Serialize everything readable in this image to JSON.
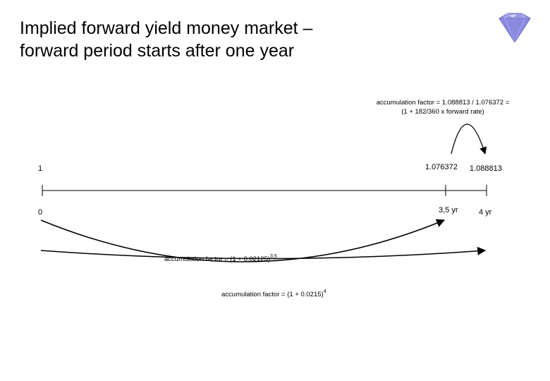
{
  "title": {
    "line1": "Implied forward yield money market –",
    "line2": "forward period starts after one year"
  },
  "top_formula": {
    "line1": "accumulation factor = 1.088813 / 1.076372 =",
    "line2": "(1 + 182/360 x forward rate)"
  },
  "axis": {
    "value_start": "1",
    "value_mid": "1.076372",
    "value_end": "1.088813",
    "time_start": "0",
    "time_mid": "3,5 yr",
    "time_end": "4 yr"
  },
  "formula_a": {
    "prefix": "accumulation factor =  (1 + 0.02125)",
    "exponent": "3,5"
  },
  "formula_b": {
    "prefix": "accumulation factor = (1 + 0.0215)",
    "exponent": "4"
  },
  "colors": {
    "gem_fill": "#9b9be6",
    "gem_stroke": "#6a6ac4",
    "line": "#000000"
  },
  "icons": {
    "logo": "diamond-icon"
  }
}
